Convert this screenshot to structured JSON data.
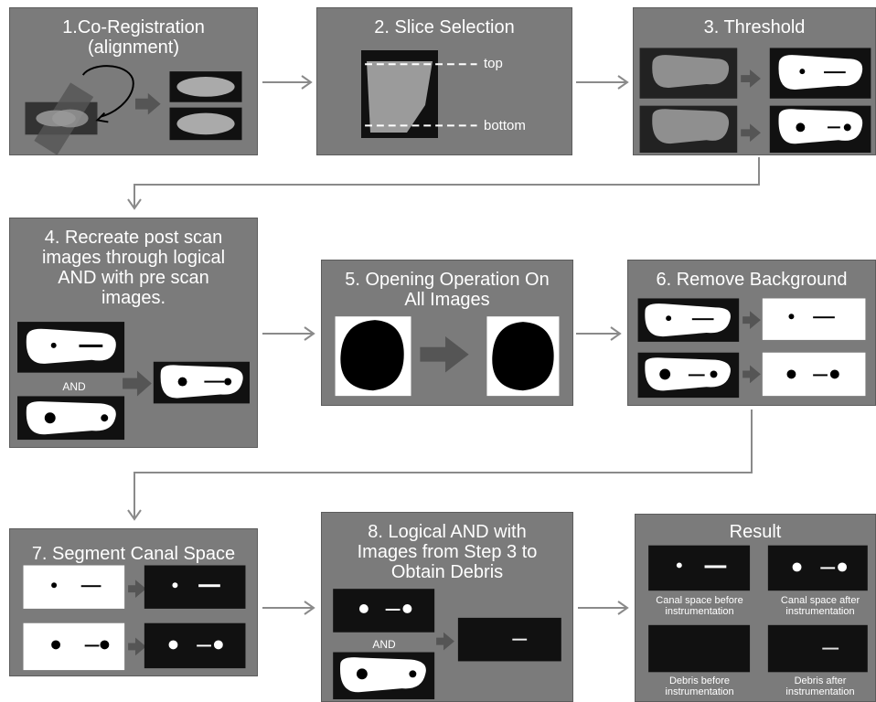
{
  "steps": {
    "s1": {
      "title": "1.Co-Registration\n(alignment)"
    },
    "s2": {
      "title": "2. Slice Selection",
      "top_label": "top",
      "bottom_label": "bottom"
    },
    "s3": {
      "title": "3. Threshold"
    },
    "s4": {
      "title": "4. Recreate post scan\nimages through logical\nAND with pre scan\nimages.",
      "and_label": "AND"
    },
    "s5": {
      "title": "5. Opening Operation On\nAll Images"
    },
    "s6": {
      "title": "6. Remove Background"
    },
    "s7": {
      "title": "7. Segment Canal Space"
    },
    "s8": {
      "title": "8. Logical AND with\nImages from Step 3 to\nObtain Debris",
      "and_label": "AND"
    },
    "result": {
      "title": "Result",
      "captions": [
        "Canal space before\ninstrumentation",
        "Canal space after\ninstrumentation",
        "Debris before\ninstrumentation",
        "Debris after\ninstrumentation"
      ]
    }
  },
  "colors": {
    "panel": "#7b7b7b",
    "connector": "#8a8a8a",
    "arrow_fill": "#555555"
  }
}
